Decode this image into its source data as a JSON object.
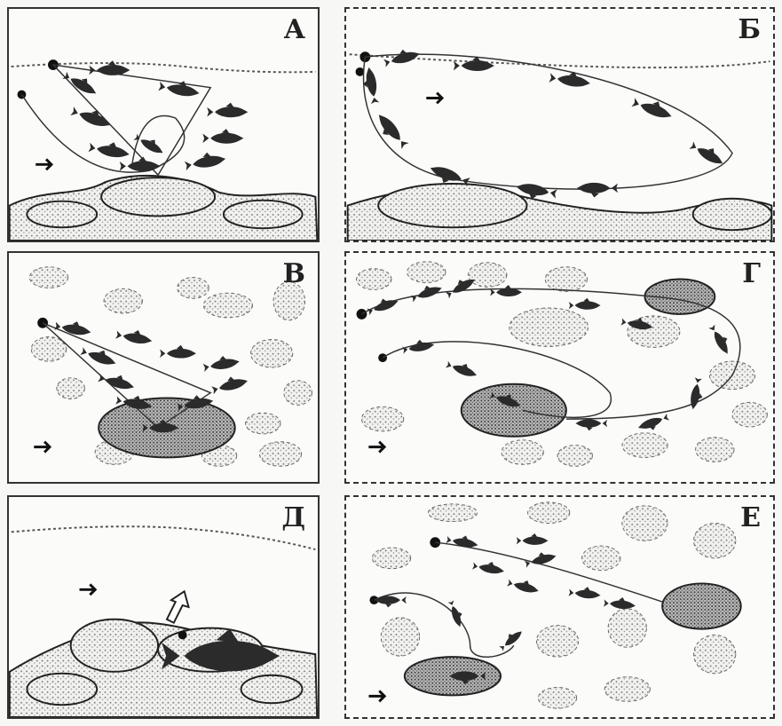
{
  "panels": [
    {
      "id": "a",
      "letter": "А"
    },
    {
      "id": "b",
      "letter": "Б"
    },
    {
      "id": "v",
      "letter": "В"
    },
    {
      "id": "g",
      "letter": "Г"
    },
    {
      "id": "d",
      "letter": "Д"
    },
    {
      "id": "e",
      "letter": "Е"
    }
  ]
}
